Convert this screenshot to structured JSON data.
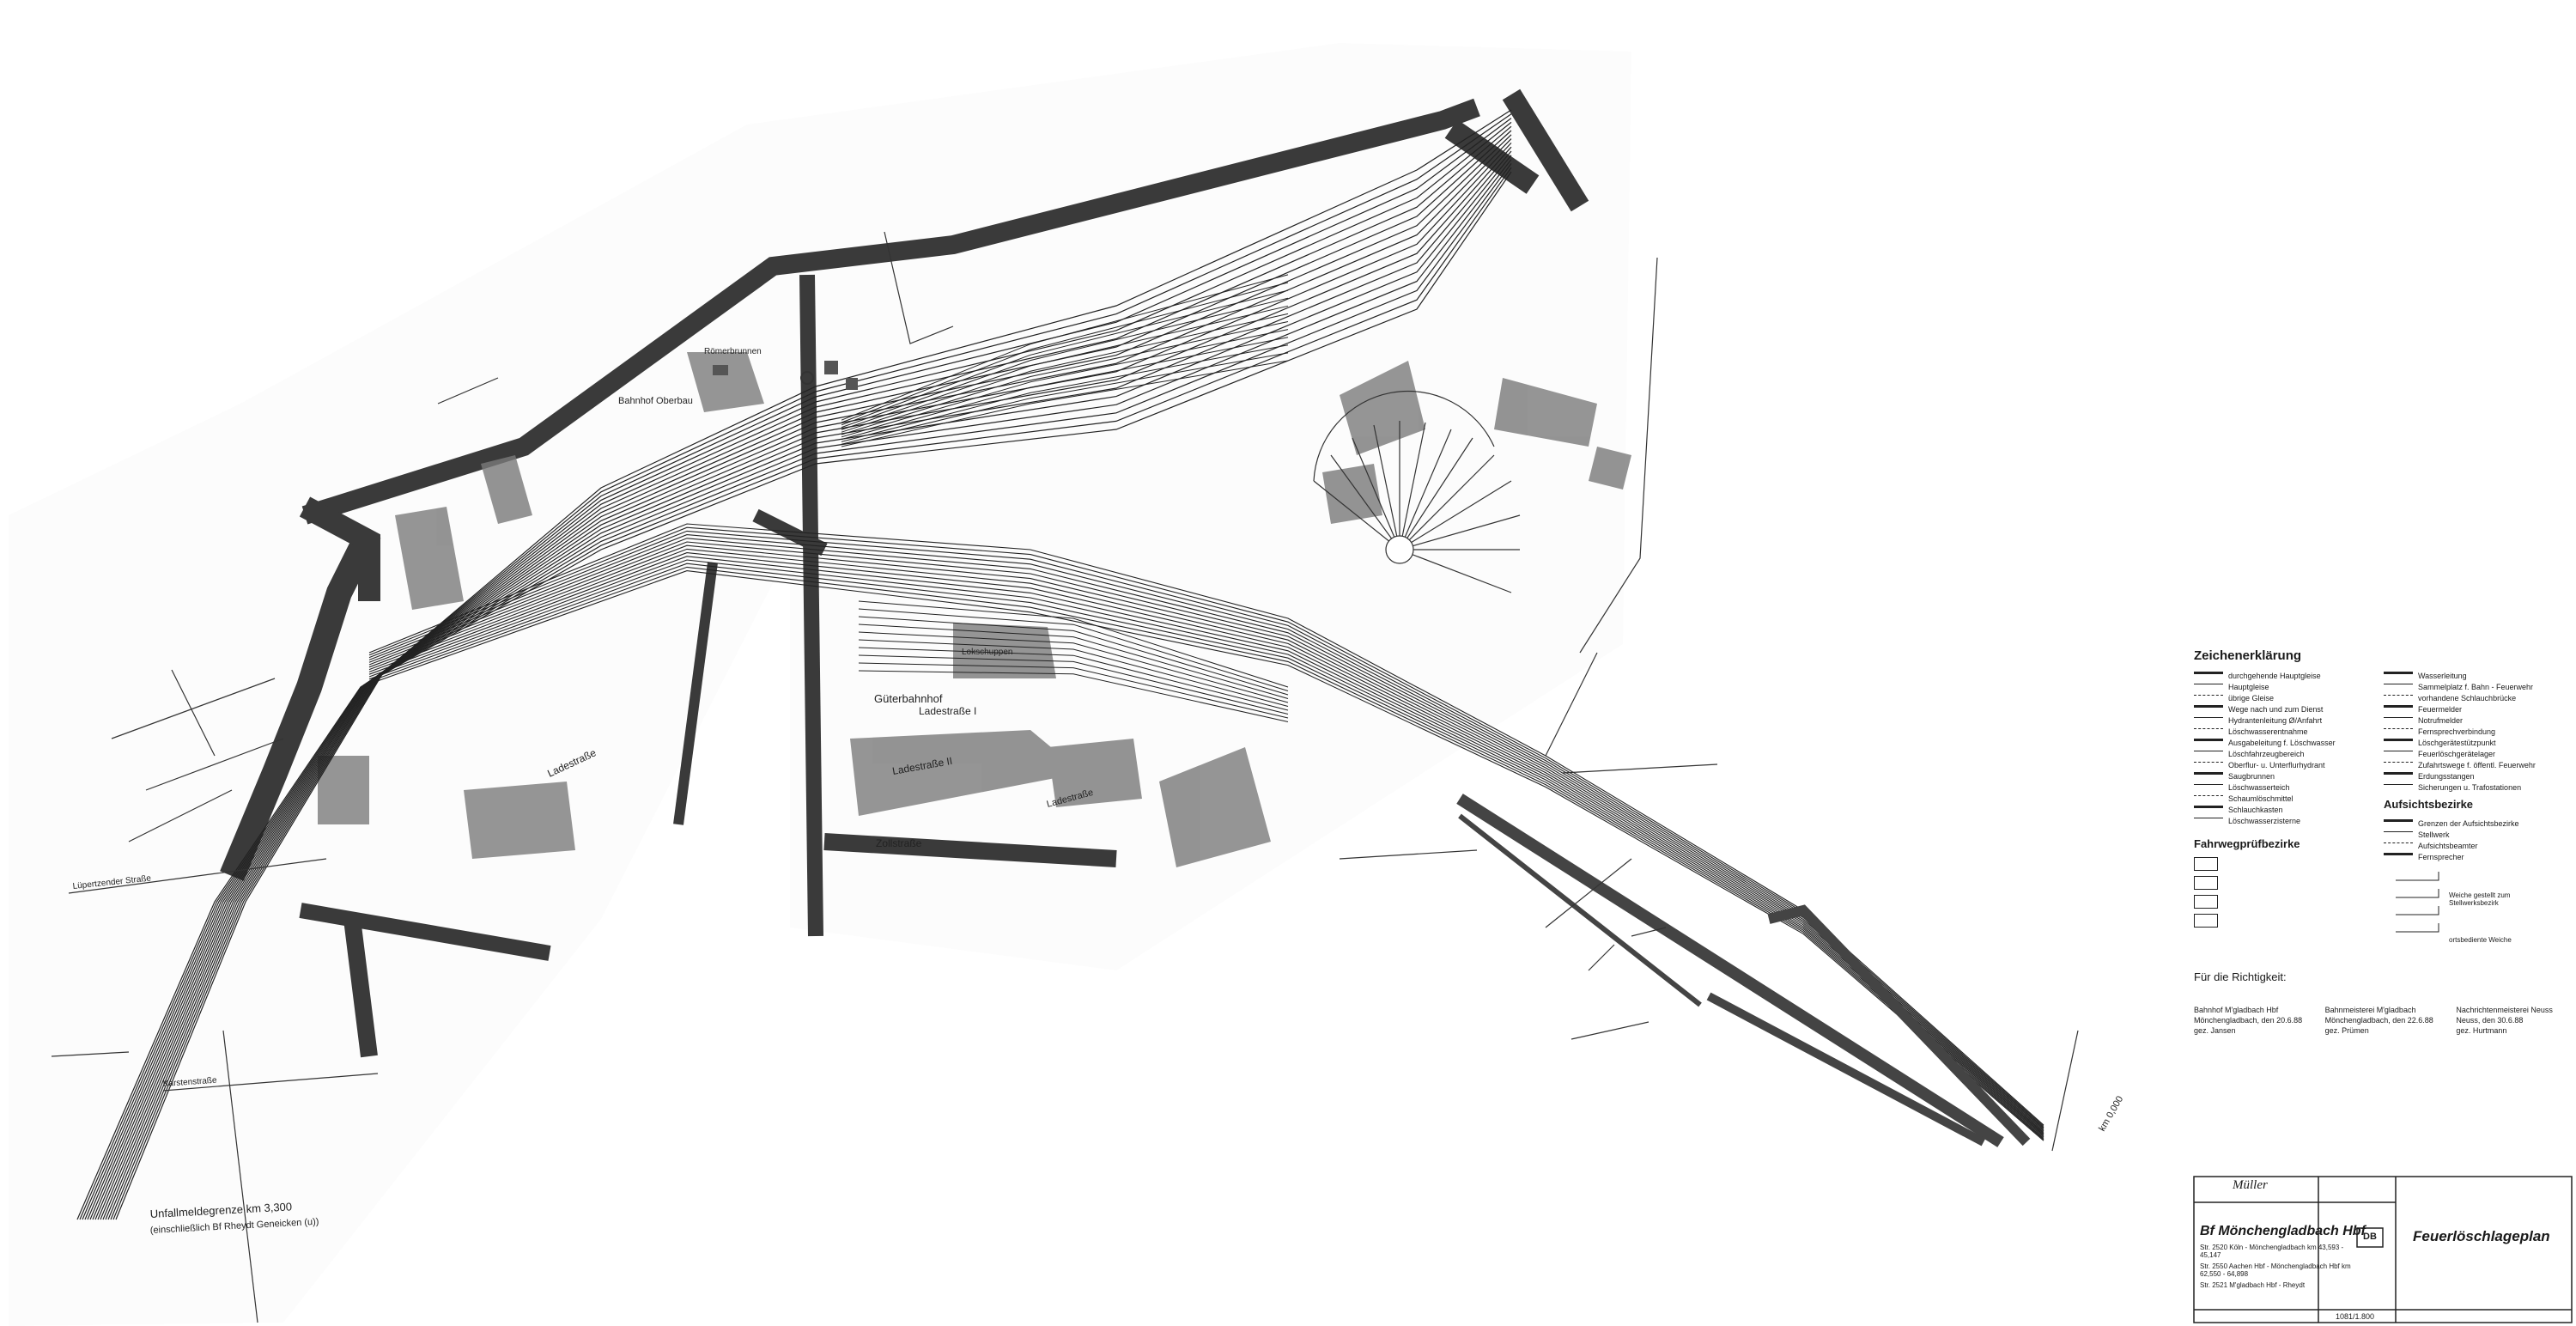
{
  "street_labels": {
    "roemerbrunnen": "Römerbrunnen",
    "lokschuppen": "Lokschuppen",
    "bahnhof_oberbau": "Bahnhof Oberbau",
    "ladestrasse_1": "Ladestraße I",
    "ladestrasse_2": "Ladestraße II",
    "ladestrasse_3": "Ladestraße",
    "ladestrasse_4": "Ladestraße",
    "zollstrasse": "Zollstraße",
    "gueterbahnhof": "Güterbahnhof",
    "lueppertzender": "Lüpertzender Straße",
    "karsten": "Karstenstraße",
    "unfall": "Unfallmeldegrenze   km 3,300",
    "unfall_sub": "(einschließlich Bf Rheydt Geneicken (u))",
    "km_end": "km 0,000"
  },
  "legend": {
    "title": "Zeichenerklärung",
    "left": [
      "durchgehende Hauptgleise",
      "Hauptgleise",
      "übrige Gleise",
      "Wege nach und zum Dienst",
      "Hydrantenleitung Ø/Anfahrt",
      "Löschwasserentnahme",
      "Ausgabeleitung f. Löschwasser",
      "Löschfahrzeugbereich",
      "Oberflur- u. Unterflurhydrant",
      "Saugbrunnen",
      "Löschwasserteich",
      "Schaumlöschmittel",
      "Schlauchkasten",
      "Löschwasserzisterne"
    ],
    "right": [
      "Wasserleitung",
      "Sammelplatz f. Bahn - Feuerwehr",
      "vorhandene Schlauchbrücke",
      "Feuermelder",
      "Notrufmelder",
      "Fernsprechverbindung",
      "Löschgerätestützpunkt",
      "Feuerlöschgerätelager",
      "Zufahrtswege f. öffentl. Feuerwehr",
      "Erdungsstangen",
      "Sicherungen u. Trafostationen"
    ],
    "aufsicht_title": "Aufsichtsbezirke",
    "aufsicht": [
      "Grenzen der Aufsichtsbezirke",
      "Stellwerk",
      "Aufsichtsbeamter",
      "Fernsprecher"
    ],
    "weiche1": "Weiche gestellt zum Stellwerksbezirk",
    "weiche2": "ortsbediente Weiche"
  },
  "fahrweg": {
    "title": "Fahrwegprüfbezirke"
  },
  "richtigkeit": {
    "label": "Für die Richtigkeit:",
    "col1": "Bahnhof M'gladbach Hbf\nMönchengladbach, den 20.6.88\ngez. Jansen",
    "col2": "Bahnmeisterei M'gladbach\nMönchengladbach, den 22.6.88\ngez. Prümen",
    "col3": "Nachrichtenmeisterei Neuss\nNeuss, den 30.6.88\ngez. Hurtmann"
  },
  "titleblock": {
    "station": "Bf Mönchengladbach Hbf",
    "line1": "Str. 2520 Köln - Mönchengladbach km 43,593 - 45,147",
    "line2": "Str. 2550 Aachen Hbf - Mönchengladbach Hbf km 62,550 - 64,898",
    "line3": "Str. 2521 M'gladbach Hbf - Rheydt",
    "db": "DB",
    "plan_title": "Feuerlöschlageplan",
    "signature": "Müller",
    "sheet_no": "1081/1.800"
  }
}
